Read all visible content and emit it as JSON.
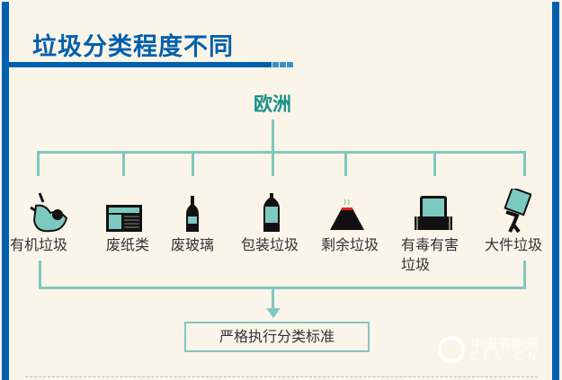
{
  "header": {
    "title": "垃圾分类程度不同"
  },
  "tree": {
    "region": "欧洲",
    "categories": [
      {
        "label": "有机垃圾",
        "icon": "apple-core-icon"
      },
      {
        "label": "废纸类",
        "icon": "newspaper-icon"
      },
      {
        "label": "废玻璃",
        "icon": "glass-bottle-icon"
      },
      {
        "label": "包装垃圾",
        "icon": "plastic-bottle-icon"
      },
      {
        "label": "剩余垃圾",
        "icon": "garbage-bag-icon"
      },
      {
        "label": "有毒有害垃圾",
        "icon": "tv-monitor-icon"
      },
      {
        "label": "大件垃圾",
        "icon": "person-carrying-box-icon"
      }
    ],
    "result": "严格执行分类标准"
  },
  "watermark": {
    "line1": "中国节能网",
    "line2": "CES.CN"
  },
  "colors": {
    "blue": "#0060ac",
    "teal": "#80c8be",
    "teal_text": "#17928a"
  }
}
